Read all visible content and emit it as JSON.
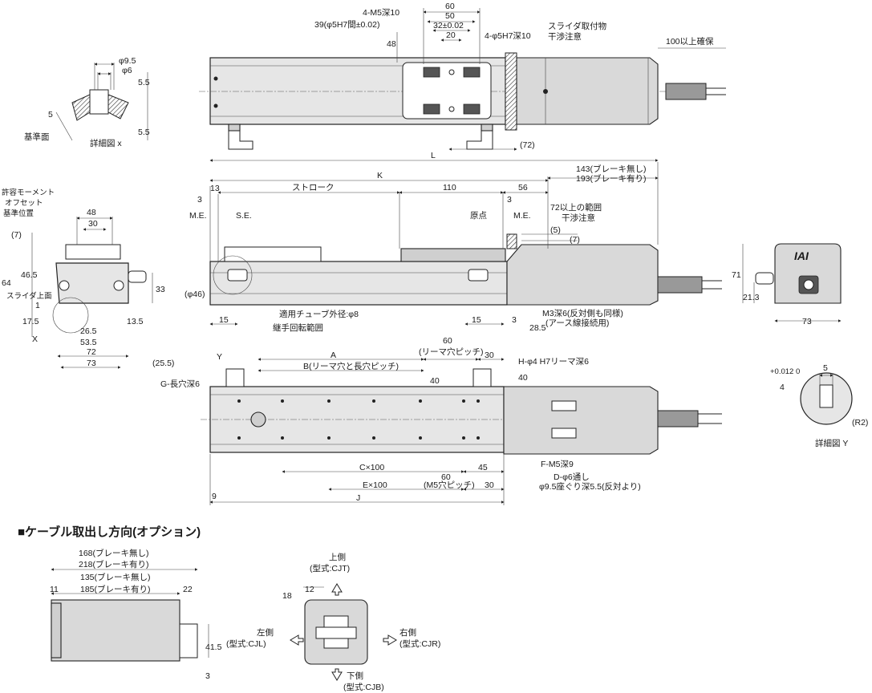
{
  "top_view": {
    "labels": {
      "m5": "4-M5深10",
      "pitch39": "39(φ5H7間±0.02)",
      "d60": "60",
      "d50": "50",
      "d32": "32±0.02",
      "d20": "20",
      "d48": "48",
      "phi5": "4-φ5H7深10",
      "slider1": "スライダ取付物",
      "slider2": "干渉注意",
      "cable": "100以上確保",
      "d72": "(72)",
      "L": "L"
    }
  },
  "detail_x": {
    "labels": {
      "phi95": "φ9.5",
      "phi6": "φ6",
      "d55a": "5.5",
      "d5": "5",
      "d55b": "5.5",
      "ref": "基準面",
      "title": "詳細図 x"
    }
  },
  "side_view": {
    "labels": {
      "nobrake143": "143(ブレーキ無し)",
      "brake193": "193(ブレーキ有り)",
      "K": "K",
      "d13": "13",
      "stroke": "ストローク",
      "d110": "110",
      "d56": "56",
      "d3a": "3",
      "d3b": "3",
      "me1": "M.E.",
      "se": "S.E.",
      "origin": "原点",
      "me2": "M.E.",
      "range1": "72以上の範囲",
      "range2": "干渉注意",
      "d5": "(5)",
      "d7": "(7)",
      "phi46": "(φ46)",
      "tube": "適用チューブ外径:φ8",
      "joint": "継手回転範囲",
      "m3a": "M3深6(反対側も同様)",
      "m3b": "(アース線接続用)",
      "d15a": "15",
      "d15b": "15",
      "d3c": "3",
      "d285": "28.5"
    }
  },
  "front_view": {
    "labels": {
      "moment1": "許容モーメント",
      "moment2": "オフセット",
      "moment3": "基準位置",
      "d48": "48",
      "d30": "30",
      "d7": "(7)",
      "d465": "46.5",
      "d64": "64",
      "slider_top": "スライダ上面",
      "d33": "33",
      "d1": "1",
      "d175": "17.5",
      "d265": "26.5",
      "d135": "13.5",
      "d535": "53.5",
      "d72": "72",
      "d73": "73",
      "d255": "(25.5)",
      "X": "X"
    }
  },
  "rear_view": {
    "labels": {
      "logo": "IAI",
      "d71": "71",
      "d213": "21.3",
      "d73": "73"
    }
  },
  "detail_y": {
    "labels": {
      "tol": "+0.012\n0",
      "d4": "4",
      "d5": "5",
      "r2": "(R2)",
      "title": "詳細図 Y"
    }
  },
  "bottom_view": {
    "labels": {
      "Y": "Y",
      "A": "A",
      "B": "B(リーマ穴と長穴ピッチ)",
      "d60": "60",
      "ream60": "(リーマ穴ピッチ)",
      "d30a": "30",
      "hphi": "H-φ4 H7リーマ深6",
      "d40a": "40",
      "d40b": "40",
      "G": "G-長穴深6",
      "C": "C×100",
      "d60b": "60",
      "d45": "45",
      "F": "F-M5深9",
      "D1": "D-φ6通し",
      "D2": "φ9.5座ぐり深5.5(反対より)",
      "E": "E×100",
      "m5pitch": "(M5穴ピッチ)",
      "d30b": "30",
      "d9": "9",
      "J": "J"
    }
  },
  "cable_section": {
    "title": "■ケーブル取出し方向(オプション)",
    "labels": {
      "nb168": "168(ブレーキ無し)",
      "b218": "218(ブレーキ有り)",
      "nb135": "135(ブレーキ無し)",
      "b185": "185(ブレーキ有り)",
      "d11": "11",
      "d22": "22",
      "d415": "41.5",
      "d3": "3",
      "d12": "12",
      "d18": "18",
      "top": "上側",
      "top_model": "(型式:CJT)",
      "left": "左側",
      "left_model": "(型式:CJL)",
      "right": "右側",
      "right_model": "(型式:CJR)",
      "bottom": "下側",
      "bottom_model": "(型式:CJB)"
    }
  }
}
